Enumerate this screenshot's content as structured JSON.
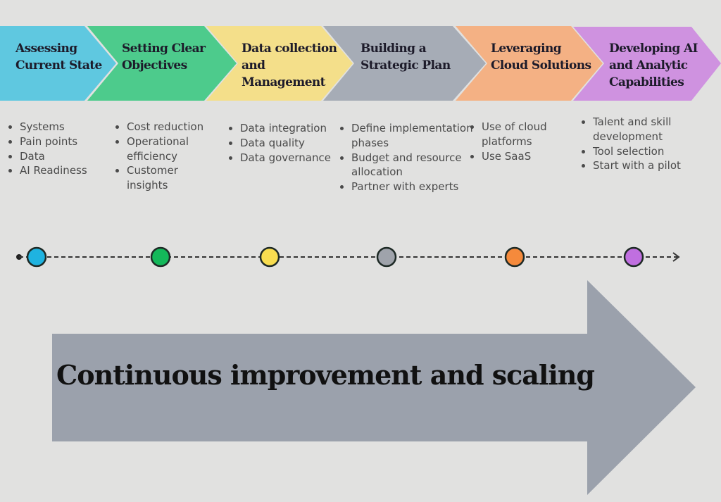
{
  "stages": [
    {
      "title_lines": [
        "Assessing",
        "Current State"
      ],
      "color": "#5fc8e0",
      "dot_color": "#1fb3e0",
      "bullets": [
        "Systems",
        "Pain points",
        "Data",
        "AI Readiness"
      ]
    },
    {
      "title_lines": [
        "Setting Clear",
        "Objectives"
      ],
      "color": "#4dcb8c",
      "dot_color": "#14b85a",
      "bullets": [
        "Cost reduction",
        "Operational efficiency",
        "Customer insights"
      ]
    },
    {
      "title_lines": [
        "Data collection",
        "and",
        "Management"
      ],
      "color": "#f4df8a",
      "dot_color": "#f8dd50",
      "bullets": [
        "Data integration",
        "Data quality",
        "Data governance"
      ]
    },
    {
      "title_lines": [
        "Building a",
        "Strategic Plan"
      ],
      "color": "#a6acb6",
      "dot_color": "#9fa3ab",
      "bullets": [
        "Define implementation phases",
        "Budget and resource allocation",
        "Partner with experts"
      ]
    },
    {
      "title_lines": [
        "Leveraging",
        "Cloud Solutions"
      ],
      "color": "#f4b184",
      "dot_color": "#f58a3c",
      "bullets": [
        "Use of cloud platforms",
        "Use SaaS"
      ]
    },
    {
      "title_lines": [
        "Developing AI",
        "and Analytic",
        "Capabilities"
      ],
      "color": "#cf92e0",
      "dot_color": "#c06fe0",
      "bullets": [
        "Talent and skill development",
        "Tool selection",
        "Start with a pilot"
      ]
    }
  ],
  "banner": {
    "text": "Continuous improvement and scaling",
    "color": "#9ba1ac"
  }
}
